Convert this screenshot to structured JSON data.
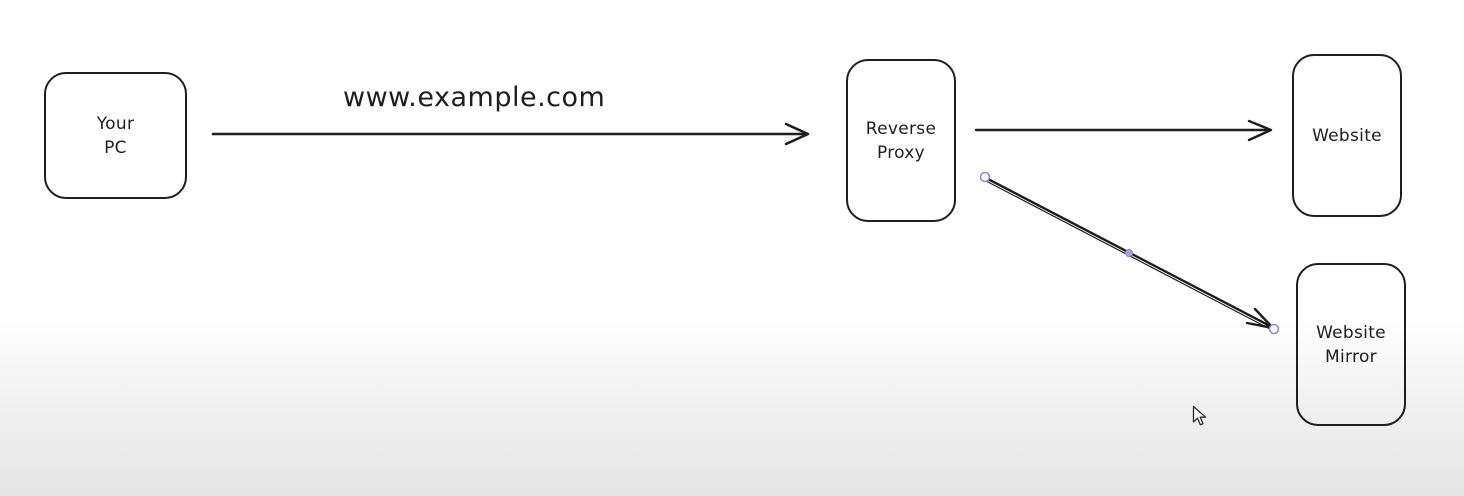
{
  "nodes": {
    "your_pc": {
      "line1": "Your",
      "line2": "PC"
    },
    "reverse_proxy": {
      "line1": "Reverse",
      "line2": "Proxy"
    },
    "website": {
      "line1": "Website"
    },
    "website_mirror": {
      "line1": "Website",
      "line2": "Mirror"
    }
  },
  "edges": {
    "pc_to_proxy": {
      "label": "www.example.com"
    }
  },
  "colors": {
    "stroke": "#1e1e1e",
    "selection_handle": "#8b84d7",
    "background_bottom": "#e6e6e6"
  },
  "icons": {
    "cursor": "mouse-pointer-icon"
  }
}
